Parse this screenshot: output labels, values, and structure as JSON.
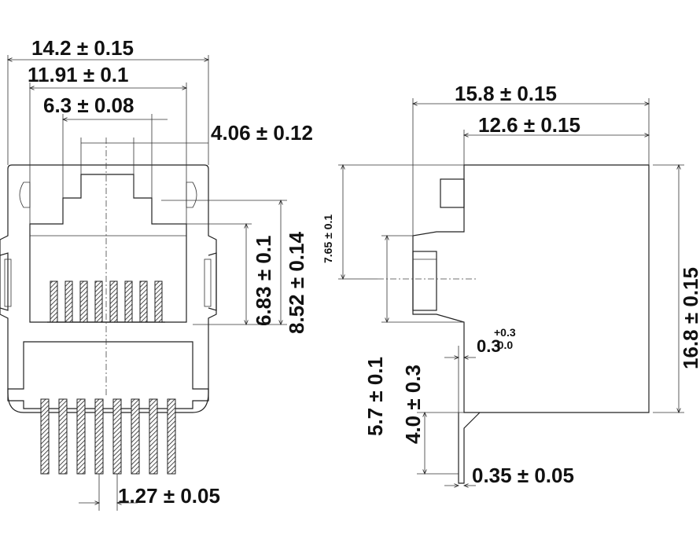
{
  "front_view": {
    "overall_width": "14.2 ± 0.15",
    "inner_width": "11.91 ± 0.1",
    "latch_width": "6.3 ± 0.08",
    "latch_step": "4.06 ± 0.12",
    "height_a": "6.83 ± 0.1",
    "height_b": "8.52 ± 0.14",
    "pin_pitch": "1.27 ± 0.05"
  },
  "side_view": {
    "overall_depth": "15.8 ± 0.15",
    "body_depth": "12.6 ± 0.15",
    "tab_offset": "7.65 ± 0.1",
    "overall_height": "16.8 ± 0.15",
    "pin_length_a": "5.7 ± 0.1",
    "pin_length_b": "4.0 ± 0.3",
    "standoff_base": "0.3",
    "standoff_tol_upper": "+0.3",
    "standoff_tol_lower": "-0.0",
    "pin_thickness": "0.35 ± 0.05"
  }
}
